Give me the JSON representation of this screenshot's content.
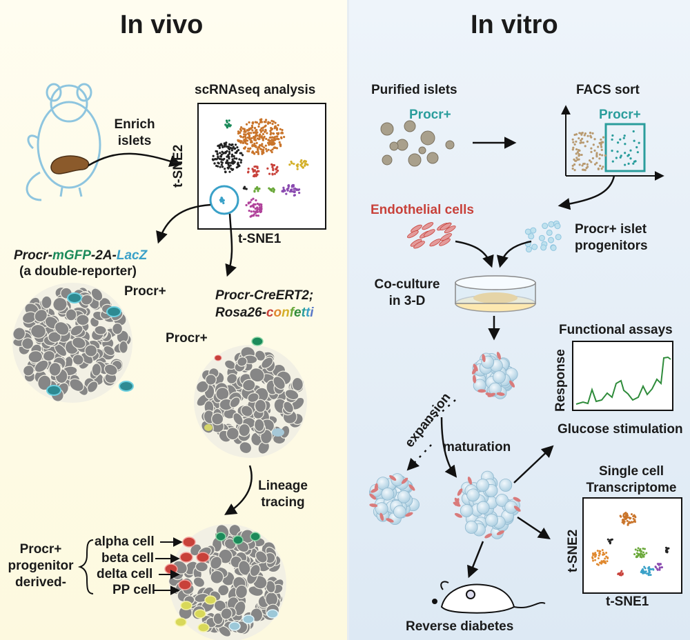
{
  "invivo": {
    "title": "In vivo",
    "enrich": "Enrich",
    "islets": "islets",
    "scrna_title": "scRNAseq analysis",
    "tsne1": "t-SNE1",
    "tsne2": "t-SNE2",
    "reporter_line1": {
      "a": "Procr-",
      "b": "mGFP",
      "c": "-2A-",
      "d": "LacZ"
    },
    "reporter_line2": "(a double-reporter)",
    "procr_label_a": "Procr+",
    "cre_line1": "Procr-CreERT2;",
    "cre_line2a": "Rosa26-",
    "cre_line2_conf": [
      "c",
      "o",
      "n",
      "f",
      "e",
      "t",
      "t",
      "i"
    ],
    "procr_label_b": "Procr+",
    "lineage1": "Lineage",
    "lineage2": "tracing",
    "derived1": "Procr+",
    "derived2": "progenitor",
    "derived3": "derived-",
    "cells": [
      "alpha cell",
      "beta cell",
      "delta cell",
      "PP cell"
    ]
  },
  "invitro": {
    "title": "In vitro",
    "purified": "Purified islets",
    "procr_a": "Procr+",
    "facs": "FACS sort",
    "procr_b": "Procr+",
    "endo": "Endothelial cells",
    "prog1": "Procr+ islet",
    "prog2": "progenitors",
    "cocult1": "Co-culture",
    "cocult2": "in 3-D",
    "functional": "Functional assays",
    "response": "Response",
    "glucose": "Glucose stimulation",
    "expansion": "expansion",
    "maturation": "maturation",
    "single1": "Single cell",
    "single2": "Transcriptome",
    "tsne1": "t-SNE1",
    "tsne2": "t-SNE2",
    "reverse1": "Reverse diabetes"
  },
  "colors": {
    "teal": "#2a9d9c",
    "endothelial_red": "#c8413a",
    "gfp_green": "#1b8a5a",
    "lacz_blue": "#3aa1c8",
    "cell_gray": "#8a8a8a",
    "trace_green": "#2e8b3a"
  },
  "icons": [
    "mouse-icon",
    "pancreas-icon",
    "petri-dish-icon",
    "organoid-icon",
    "arrow-icon"
  ]
}
